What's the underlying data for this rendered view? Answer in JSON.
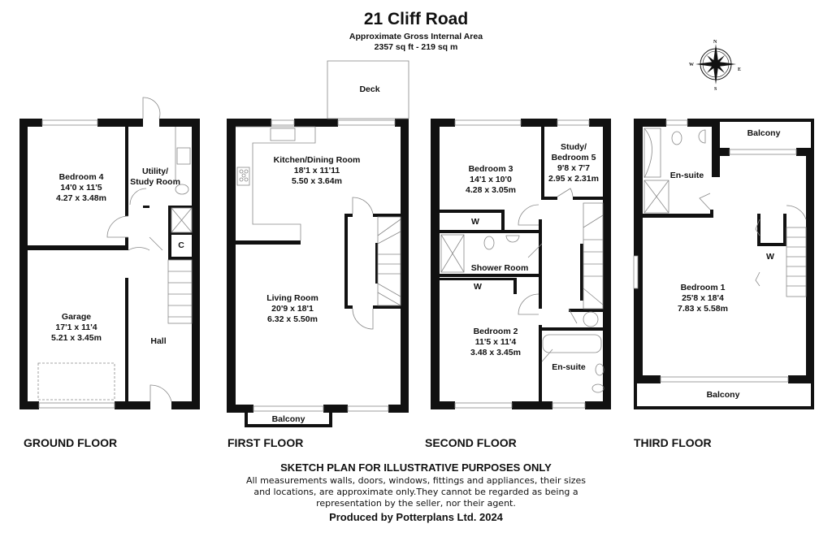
{
  "header": {
    "title": "21 Cliff Road",
    "area_label": "Approximate Gross Internal Area",
    "area_value": "2357 sq ft - 219 sq m"
  },
  "compass": {
    "n": "N",
    "s": "S",
    "e": "E",
    "w": "W"
  },
  "floors": {
    "ground": {
      "label": "GROUND FLOOR",
      "rooms": {
        "bedroom4": {
          "name": "Bedroom 4",
          "imperial": "14'0 x 11'5",
          "metric": "4.27 x 3.48m"
        },
        "utility": {
          "name": "Utility/",
          "name2": "Study Room"
        },
        "cupboard": {
          "name": "C"
        },
        "garage": {
          "name": "Garage",
          "imperial": "17'1 x 11'4",
          "metric": "5.21 x 3.45m"
        },
        "hall": {
          "name": "Hall"
        }
      }
    },
    "first": {
      "label": "FIRST FLOOR",
      "rooms": {
        "deck": {
          "name": "Deck"
        },
        "kitchen": {
          "name": "Kitchen/Dining Room",
          "imperial": "18'1 x 11'11",
          "metric": "5.50 x 3.64m"
        },
        "living": {
          "name": "Living Room",
          "imperial": "20'9 x 18'1",
          "metric": "6.32 x 5.50m"
        },
        "balcony": {
          "name": "Balcony"
        }
      }
    },
    "second": {
      "label": "SECOND FLOOR",
      "rooms": {
        "bedroom3": {
          "name": "Bedroom 3",
          "imperial": "14'1 x 10'0",
          "metric": "4.28 x 3.05m"
        },
        "study": {
          "name": "Study/",
          "name2": "Bedroom 5",
          "imperial": "9'8 x 7'7",
          "metric": "2.95 x 2.31m"
        },
        "wardrobe1": {
          "name": "W"
        },
        "shower": {
          "name": "Shower Room"
        },
        "wardrobe2": {
          "name": "W"
        },
        "bedroom2": {
          "name": "Bedroom 2",
          "imperial": "11'5 x 11'4",
          "metric": "3.48 x 3.45m"
        },
        "ensuite": {
          "name": "En-suite"
        }
      }
    },
    "third": {
      "label": "THIRD FLOOR",
      "rooms": {
        "balcony_top": {
          "name": "Balcony"
        },
        "ensuite": {
          "name": "En-suite"
        },
        "wardrobe": {
          "name": "W"
        },
        "bedroom1": {
          "name": "Bedroom 1",
          "imperial": "25'8 x 18'4",
          "metric": "7.83 x 5.58m"
        },
        "balcony_bottom": {
          "name": "Balcony"
        }
      }
    }
  },
  "footer": {
    "heading": "SKETCH PLAN FOR ILLUSTRATIVE PURPOSES ONLY",
    "line1": "All measurements walls, doors, windows, fittings and appliances, their sizes",
    "line2": "and locations, are approximate only.They cannot be regarded as being a",
    "line3": "representation by the seller, nor their agent.",
    "producer": "Produced by Potterplans Ltd. 2024"
  },
  "colors": {
    "wall": "#111111",
    "line": "#888888",
    "background": "#ffffff"
  }
}
